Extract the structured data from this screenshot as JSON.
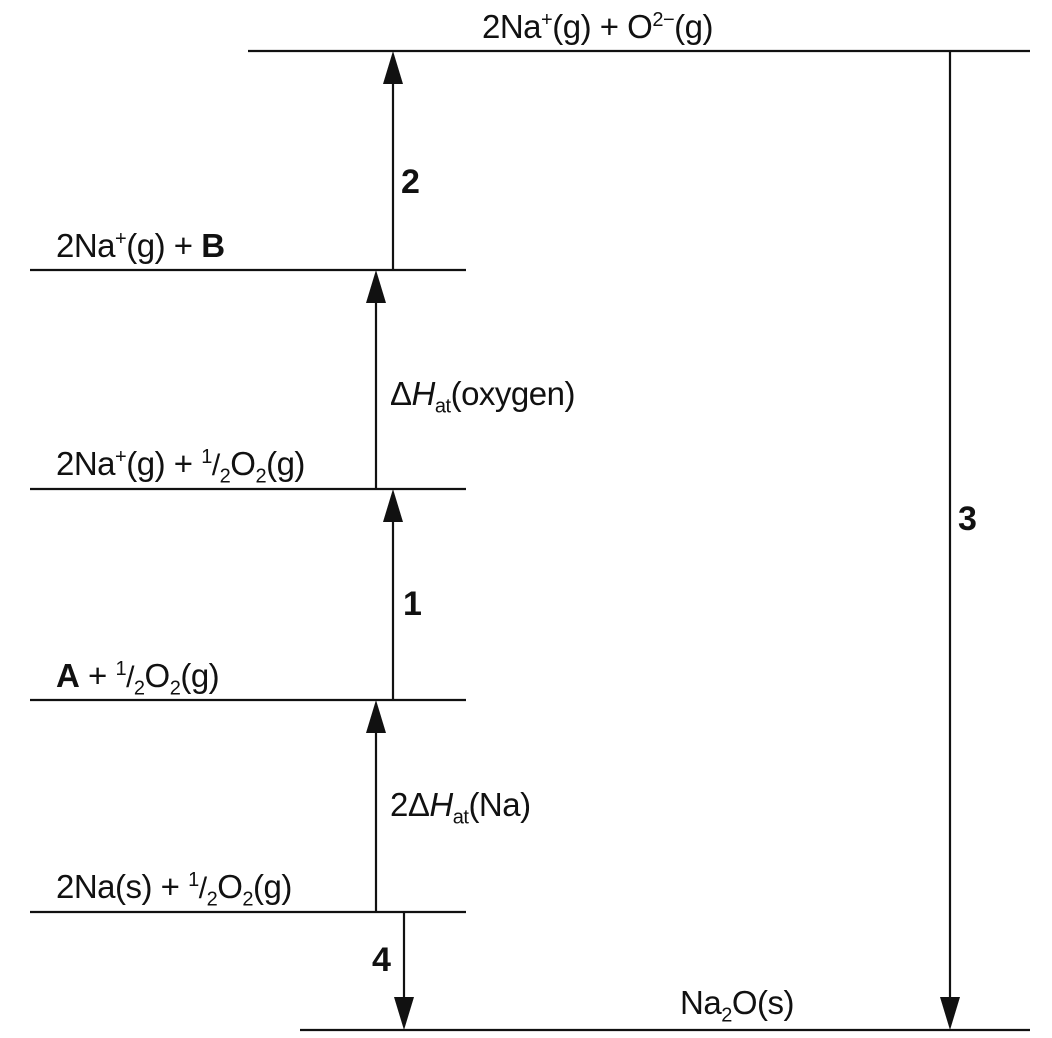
{
  "levels": {
    "top": {
      "prefix": "2Na",
      "sup1": "+",
      "mid": "(g) + O",
      "sup2": "2−",
      "suffix": "(g)"
    },
    "level_b": {
      "prefix": "2Na",
      "sup1": "+",
      "mid": "(g) + ",
      "bold": "B"
    },
    "level_o2": {
      "prefix": "2Na",
      "sup1": "+",
      "mid": "(g) + ",
      "num": "1",
      "slash": "/",
      "den": "2",
      "o": "O",
      "sub": "2",
      "suffix": "(g)"
    },
    "level_a": {
      "bold": "A",
      "mid": " + ",
      "num": "1",
      "slash": "/",
      "den": "2",
      "o": "O",
      "sub": "2",
      "suffix": "(g)"
    },
    "level_na_s": {
      "prefix": "2Na(s) + ",
      "num": "1",
      "slash": "/",
      "den": "2",
      "o": "O",
      "sub": "2",
      "suffix": "(g)"
    },
    "bottom": {
      "prefix": "Na",
      "sub": "2",
      "suffix": "O(s)"
    }
  },
  "arrows": {
    "step_1": "1",
    "step_2": "2",
    "step_3": "3",
    "step_4": "4",
    "dh_oxygen": {
      "delta": "Δ",
      "h": "H",
      "sub": "at",
      "suffix": "(oxygen)"
    },
    "dh_na": {
      "prefix": "2Δ",
      "h": "H",
      "sub": "at",
      "suffix": "(Na)"
    }
  }
}
